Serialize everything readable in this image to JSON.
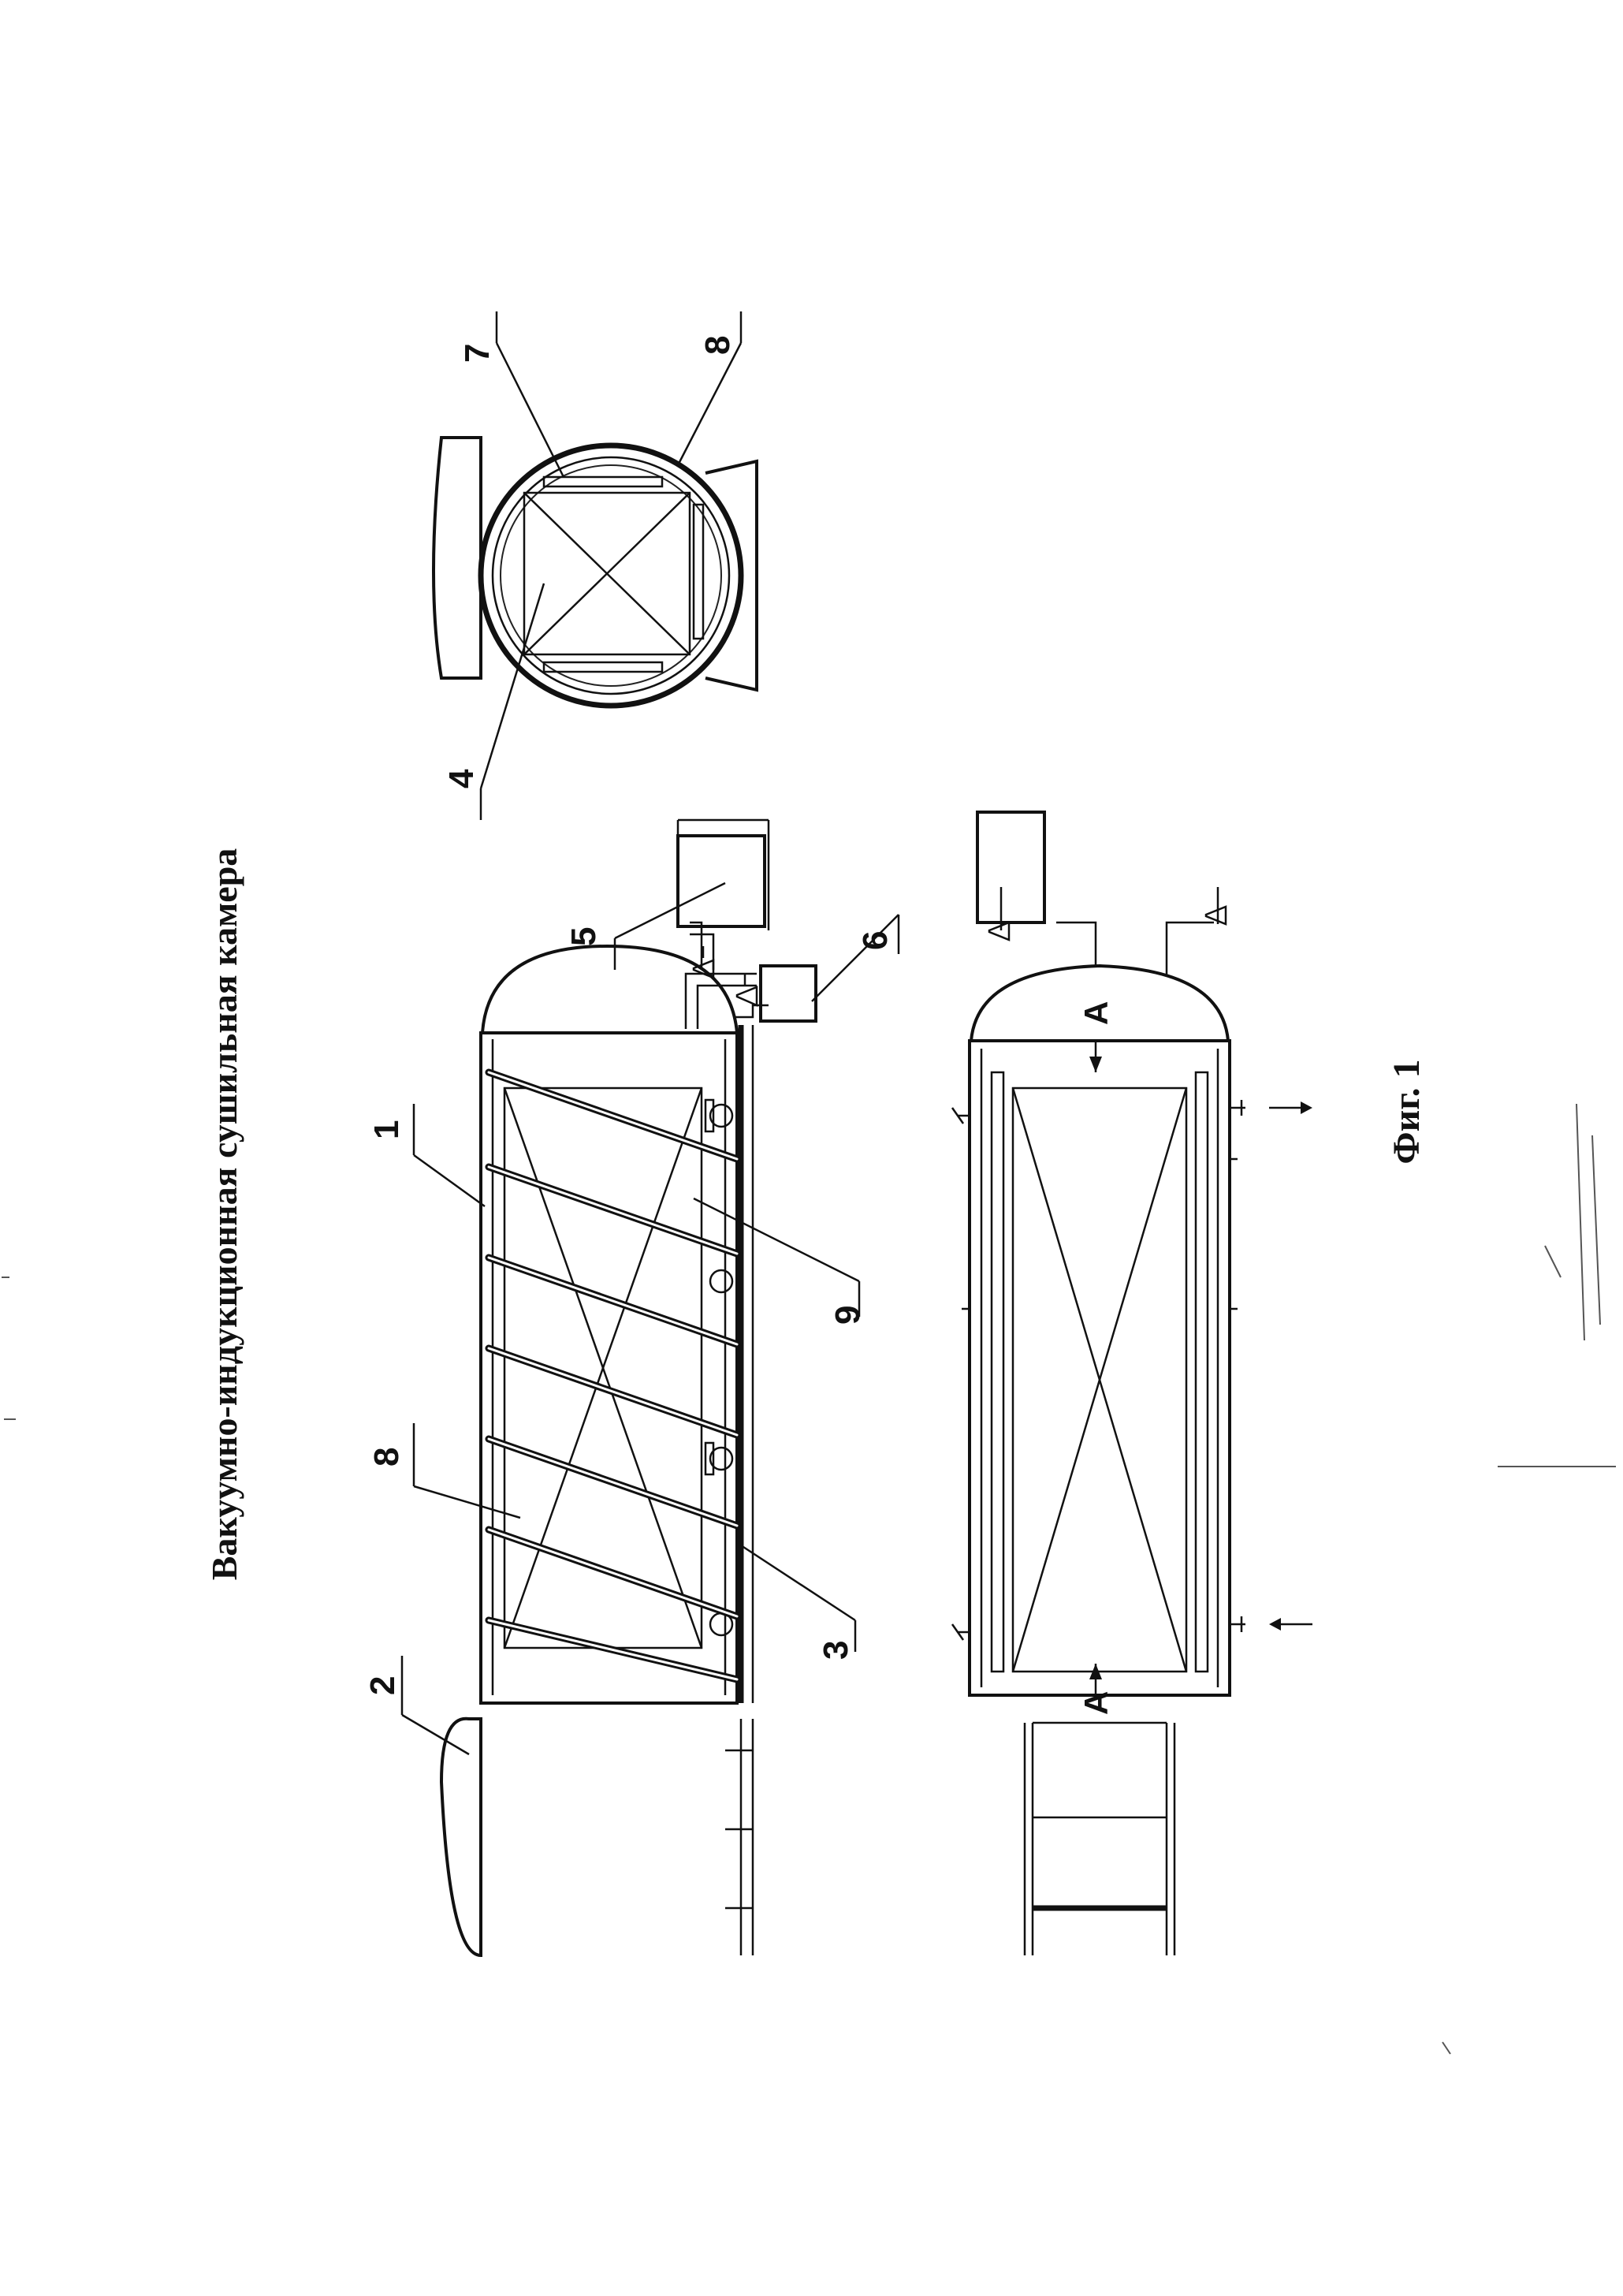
{
  "title": "Вакуумно-индукционная сушильная камера",
  "figure_label": "Фиг. 1",
  "callouts": {
    "door": "2",
    "chamber": "1",
    "stack_side": "8",
    "rail": "3",
    "trolley": "9",
    "vacuum_unit": "5",
    "condenser": "6",
    "stack_section": "4",
    "shelf": "7",
    "coil_section": "8"
  },
  "section_marks": {
    "left": "А",
    "right": "А"
  },
  "colors": {
    "ink": "#111111",
    "paper": "#ffffff"
  }
}
